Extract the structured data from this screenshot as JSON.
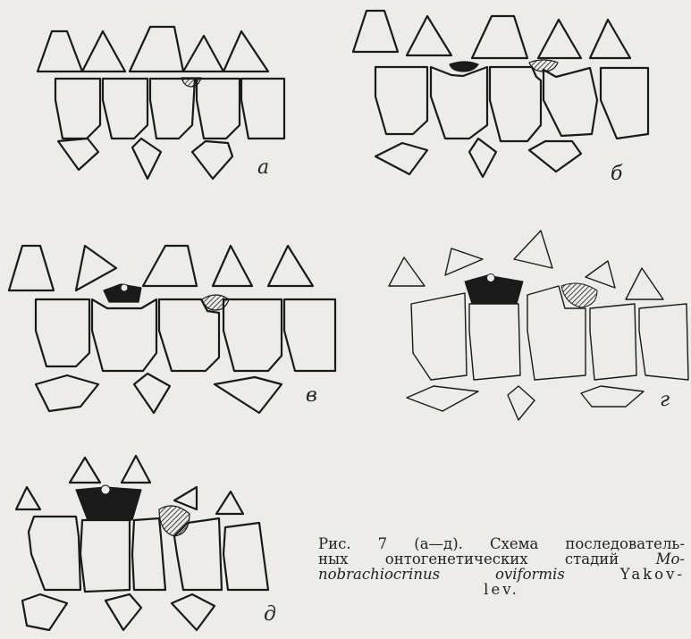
{
  "figure": {
    "panel_labels": {
      "a": "а",
      "b": "б",
      "c": "в",
      "d": "г",
      "e": "д"
    }
  },
  "caption": {
    "line1": "Рис. 7 (а—д). Схема последователь-",
    "line2_prefix": "ных онтогенетических стадий",
    "line2_italic": "Mo-",
    "line3_italic": "nobrachiocrinus oviformis",
    "line3_spaced": "Yakov-",
    "line4_spaced": "lev."
  },
  "colors": {
    "ink": "#1a1a1a",
    "paper": "#eeece8"
  }
}
